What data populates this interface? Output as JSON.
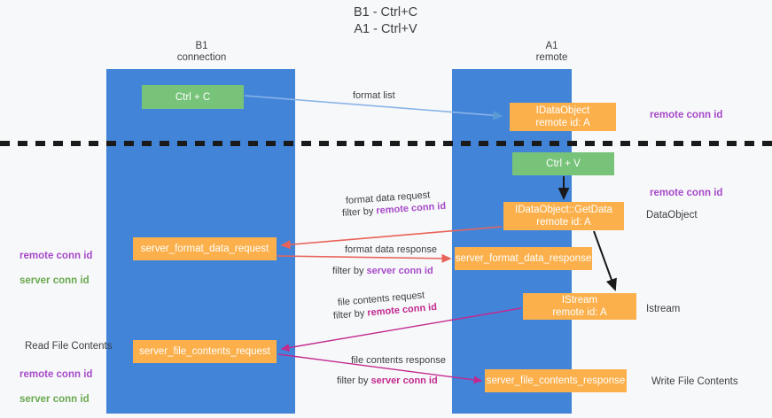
{
  "diagram": {
    "title": "B1 - Ctrl+C\nA1 - Ctrl+V",
    "lanes": [
      {
        "id": "b1",
        "title": "B1\nconnection",
        "color": "#4285d8"
      },
      {
        "id": "a1",
        "title": "A1\nremote",
        "color": "#4285d8"
      }
    ],
    "colors": {
      "lane": "#4285d8",
      "green_node": "#77c379",
      "orange_node": "#fbb04c",
      "remote_conn_id": "#a64ac9",
      "server_conn_id": "#6aa84f",
      "text": "#3c4043",
      "arrow_format_list": "#8ab4e8",
      "arrow_black": "#1a1a1a",
      "arrow_red": "#e8635a",
      "arrow_magenta": "#c2298f",
      "divider": "#1a1a1a",
      "background": "#f7f8f9"
    },
    "nodes": [
      {
        "id": "ctrl-c",
        "label": "Ctrl + C",
        "kind": "green"
      },
      {
        "id": "idataobject",
        "label": "IDataObject\nremote id: A",
        "kind": "orange"
      },
      {
        "id": "ctrl-v",
        "label": "Ctrl + V",
        "kind": "green"
      },
      {
        "id": "getdata",
        "label": "IDataObject::GetData\nremote id: A",
        "kind": "orange"
      },
      {
        "id": "server-format-data-request",
        "label": "server_format_data_request",
        "kind": "orange"
      },
      {
        "id": "server-format-data-response",
        "label": "server_format_data_response",
        "kind": "orange"
      },
      {
        "id": "istream",
        "label": "IStream\nremote id: A",
        "kind": "orange"
      },
      {
        "id": "server-file-contents-request",
        "label": "server_file_contents_request",
        "kind": "orange"
      },
      {
        "id": "server-file-contents-response",
        "label": "server_file_contents_response",
        "kind": "orange"
      }
    ],
    "edge_labels": {
      "format_list": "format list",
      "format_data_request": "format data request",
      "format_data_request_filter_prefix": "filter by ",
      "format_data_request_filter_value": "remote conn id",
      "format_data_response": "format data response",
      "format_data_response_filter_prefix": "filter by ",
      "format_data_response_filter_value": "server conn id",
      "file_contents_request": "file contents request",
      "file_contents_request_filter_prefix": "filter by ",
      "file_contents_request_filter_value": "remote conn id",
      "file_contents_response": "file contents response",
      "file_contents_response_filter_prefix": "filter by ",
      "file_contents_response_filter_value": "server conn id"
    },
    "annotations": {
      "right_remote_conn_id_top": "remote conn id",
      "right_remote_conn_id_mid": "remote conn id",
      "right_dataobject": "DataObject",
      "right_istream": "Istream",
      "right_write_file_contents": "Write File Contents",
      "left_remote_conn_id": "remote conn id",
      "left_server_conn_id": "server conn id",
      "left_read_file_contents": "Read File Contents",
      "left_remote_conn_id_2": "remote conn id",
      "left_server_conn_id_2": "server conn id"
    }
  }
}
